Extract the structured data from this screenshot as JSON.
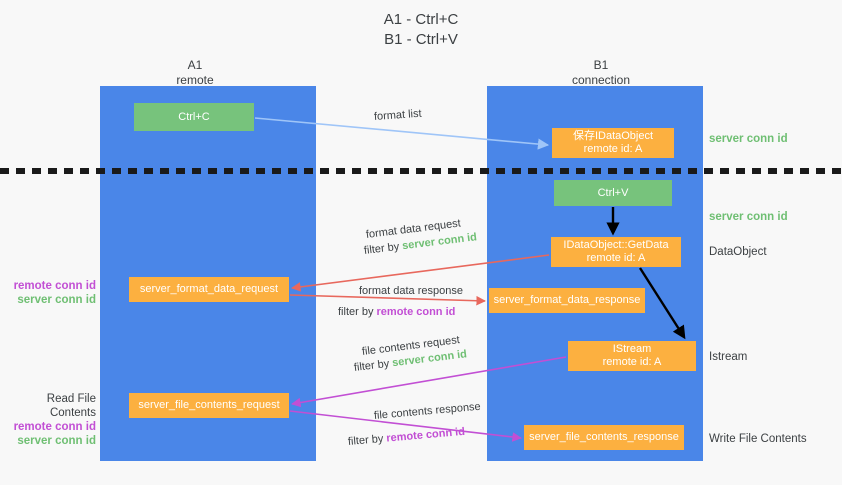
{
  "title": {
    "line1": "A1 - Ctrl+C",
    "line2": "B1 - Ctrl+V"
  },
  "columns": [
    {
      "name": "A1",
      "sub": "remote"
    },
    {
      "name": "B1",
      "sub": "connection"
    }
  ],
  "boxes": {
    "ctrl_c": "Ctrl+C",
    "ctrl_v": "Ctrl+V",
    "save_dataobject_l1": "保存IDataObject",
    "save_dataobject_l2": "remote id: A",
    "getdata_l1": "IDataObject::GetData",
    "getdata_l2": "remote id: A",
    "istream_l1": "IStream",
    "istream_l2": "remote id: A",
    "server_format_data_request": "server_format_data_request",
    "server_format_data_response": "server_format_data_response",
    "server_file_contents_request": "server_file_contents_request",
    "server_file_contents_response": "server_file_contents_response"
  },
  "right_labels": {
    "server_conn_id_top": "server conn id",
    "server_conn_id_mid": "server conn id",
    "dataobject": "DataObject",
    "istream": "Istream",
    "write_file_contents": "Write File Contents"
  },
  "left_labels": {
    "remote_conn_id_1": "remote conn id",
    "server_conn_id_1": "server conn id",
    "read_file_contents": "Read File Contents",
    "remote_conn_id_2": "remote conn id",
    "server_conn_id_2": "server conn id"
  },
  "arrow_labels": {
    "format_list": "format list",
    "format_data_request": "format data request",
    "format_data_request_filter_prefix": "filter by ",
    "format_data_request_filter_value": "server conn id",
    "format_data_response": "format data response",
    "format_data_response_filter_prefix": "filter by ",
    "format_data_response_filter_value": "remote conn id",
    "file_contents_request": "file contents request",
    "file_contents_request_filter_prefix": "filter by ",
    "file_contents_request_filter_value": "server conn id",
    "file_contents_response": "file contents response",
    "file_contents_response_filter_prefix": "filter by ",
    "file_contents_response_filter_value": "remote conn id"
  },
  "colors": {
    "lane_blue": "#4a86e8",
    "box_green": "#77c37c",
    "box_orange": "#fcb040",
    "accent_green": "#6fbf73",
    "accent_purple": "#c24fd4",
    "arrow_light_blue": "#9fc5f8",
    "arrow_red": "#e8685d",
    "arrow_purple": "#c24fd4",
    "arrow_black": "#000000",
    "background": "#f8f8f8"
  }
}
